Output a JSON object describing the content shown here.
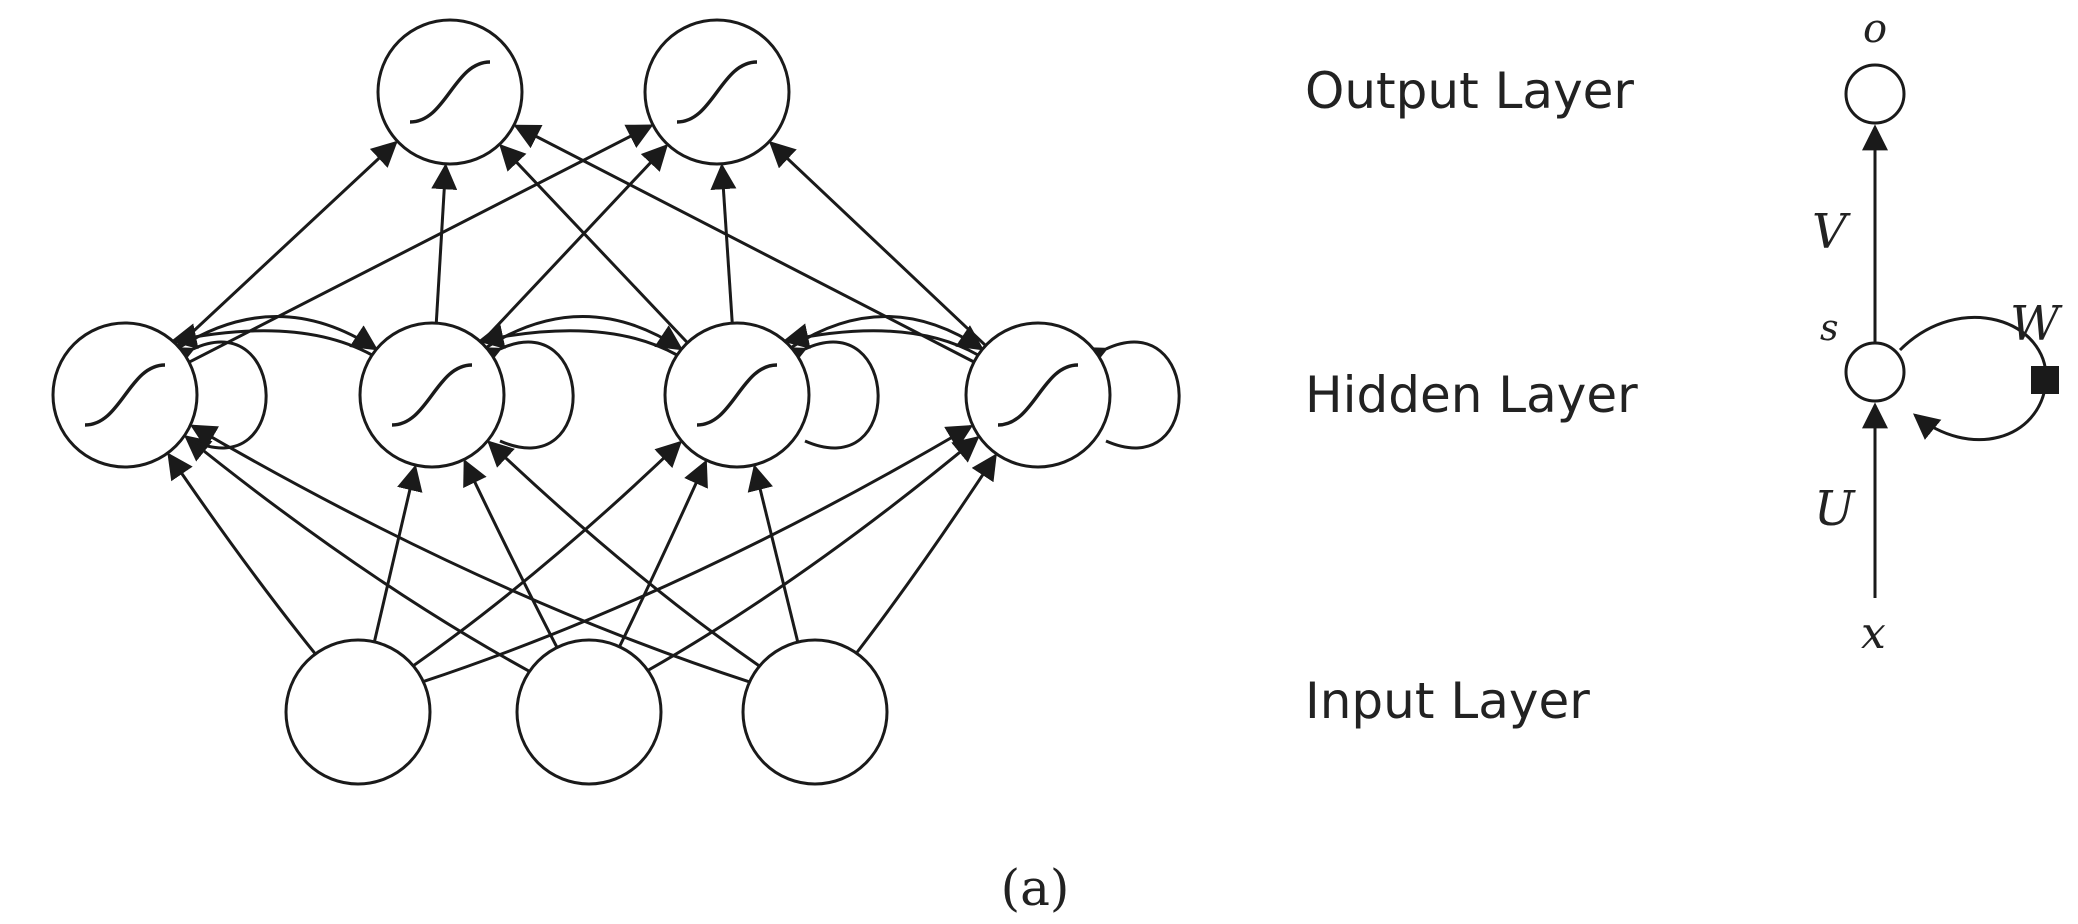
{
  "layer_labels": {
    "output": "Output Layer",
    "hidden": "Hidden Layer",
    "input": "Input Layer"
  },
  "rnn_symbols": {
    "output": "o",
    "state": "s",
    "input": "x",
    "input_weight": "U",
    "output_weight": "V",
    "recurrent_weight": "W"
  },
  "caption": "(a)",
  "network": {
    "output_count": 2,
    "hidden_count": 4,
    "input_count": 3,
    "hidden_self_loops": true,
    "output_activation": "sigmoid",
    "hidden_activation": "sigmoid"
  },
  "colors": {
    "stroke": "#1a1a1a",
    "text": "#222222",
    "background": "#ffffff"
  }
}
